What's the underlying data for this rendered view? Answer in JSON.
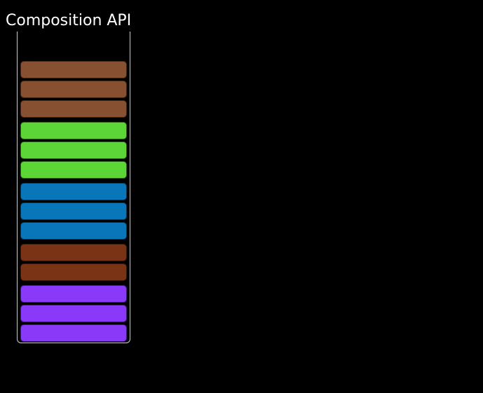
{
  "title": "Composition API",
  "colors": {
    "background": "#000000",
    "title_text": "#ffffff",
    "column_border": "#cccccc",
    "block_outline": "rgba(0,0,0,0.55)"
  },
  "chart_data": {
    "type": "stacked-blocks",
    "title": "Composition API",
    "description": "Single tall column (open top, bordered left/right/bottom) containing rounded code-block bars stacked vertically, grouped by color with larger gaps between groups",
    "legend": "none",
    "axes": "none",
    "groups": [
      {
        "name": "group-1",
        "color": "#875030",
        "blocks": 3
      },
      {
        "name": "group-2",
        "color": "#5CD637",
        "blocks": 3
      },
      {
        "name": "group-3",
        "color": "#0A76BA",
        "blocks": 3
      },
      {
        "name": "group-4",
        "color": "#7A3315",
        "blocks": 2
      },
      {
        "name": "group-5",
        "color": "#8A39F8",
        "blocks": 3
      }
    ],
    "total_blocks": 14
  }
}
